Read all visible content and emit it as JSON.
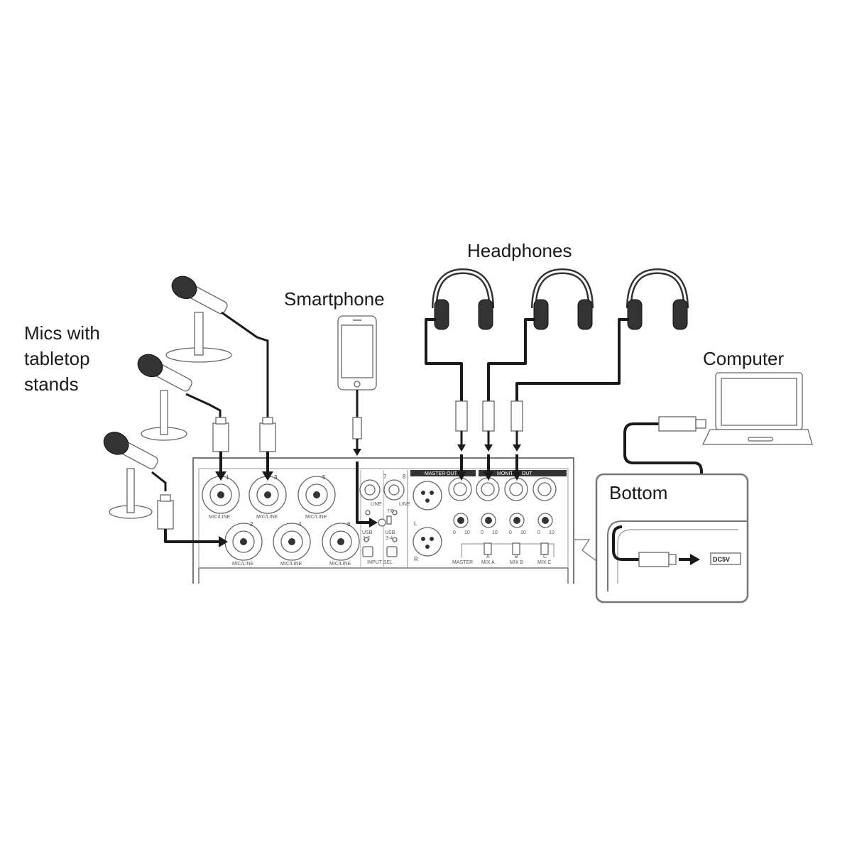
{
  "labels": {
    "mics": [
      "Mics with",
      "tabletop",
      "stands"
    ],
    "smartphone": "Smartphone",
    "headphones": "Headphones",
    "computer": "Computer",
    "bottom": "Bottom"
  },
  "mixer": {
    "channel_numbers": [
      "1",
      "2",
      "3",
      "4",
      "5",
      "6",
      "7",
      "8"
    ],
    "combo_label": "MIC/LINE",
    "line_label": "LINE",
    "sections": {
      "master_out": "MASTER OUT",
      "monitor_out": "MONITOR OUT"
    },
    "input_sel": {
      "title": "INPUT SEL",
      "usb_12": [
        "USB",
        "1-2"
      ],
      "usb_34": [
        "USB",
        "3-4"
      ],
      "mode_7_8": "7/8"
    },
    "xlr_sides": [
      "L",
      "R"
    ],
    "knob_scale": [
      "0",
      "10"
    ],
    "mix_labels": [
      "MASTER",
      "MIX A",
      "MIX B",
      "MIX C"
    ],
    "mix_letters": [
      "A",
      "B",
      "C"
    ]
  },
  "bottom_panel": {
    "power_label": "DC5V"
  },
  "colors": {
    "line": "#1a1a1a",
    "outline": "#777777",
    "panel_fill": "#ffffff"
  }
}
